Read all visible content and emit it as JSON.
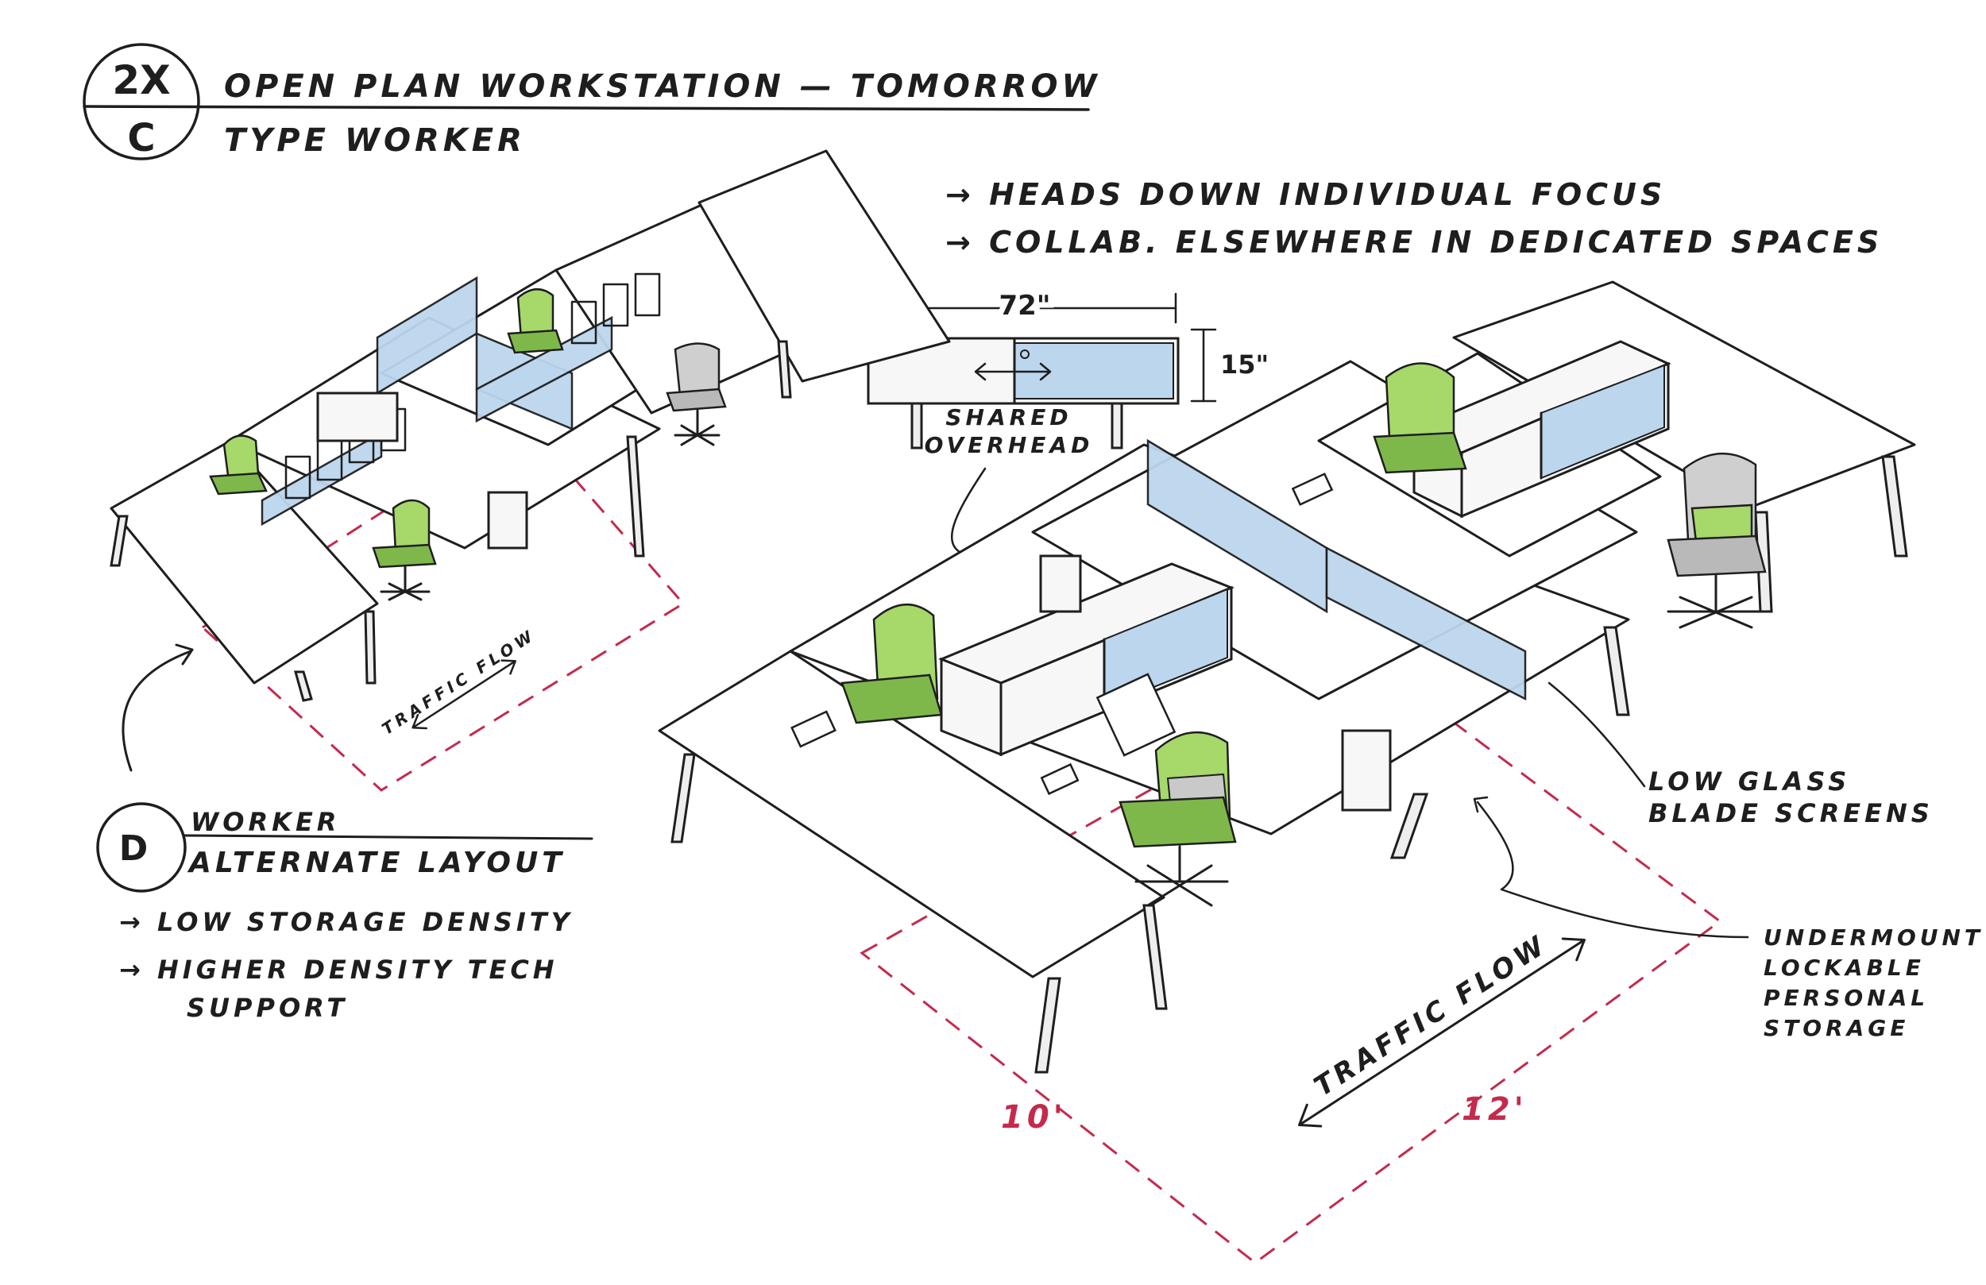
{
  "header": {
    "badge_top": "2X",
    "badge_bottom": "C",
    "title": "OPEN PLAN WORKSTATION — TOMORROW",
    "subtitle": "TYPE WORKER"
  },
  "notes_top": [
    "→ HEADS DOWN INDIVIDUAL FOCUS",
    "→ COLLAB. ELSEWHERE IN DEDICATED SPACES"
  ],
  "overhead_detail": {
    "width_dim": "72\"",
    "height_dim": "15\"",
    "label_line1": "SHARED",
    "label_line2": "OVERHEAD"
  },
  "traffic_flow_small": "TRAFFIC FLOW",
  "traffic_flow_large": "TRAFFIC FLOW",
  "dimensions": {
    "left": "10'",
    "right": "12'"
  },
  "callouts": {
    "screens_line1": "LOW GLASS",
    "screens_line2": "BLADE SCREENS",
    "storage_line1": "UNDERMOUNT",
    "storage_line2": "LOCKABLE",
    "storage_line3": "PERSONAL",
    "storage_line4": "STORAGE"
  },
  "alternate": {
    "badge": "D",
    "title_line1": "WORKER",
    "title_line2": "ALTERNATE LAYOUT",
    "items": [
      "→ LOW STORAGE DENSITY",
      "→ HIGHER DENSITY TECH",
      "SUPPORT"
    ]
  },
  "colors": {
    "ink": "#1e1e1e",
    "glass": "#bcd6ee",
    "chair": "#a6d86a",
    "flow": "#c42a4d"
  }
}
